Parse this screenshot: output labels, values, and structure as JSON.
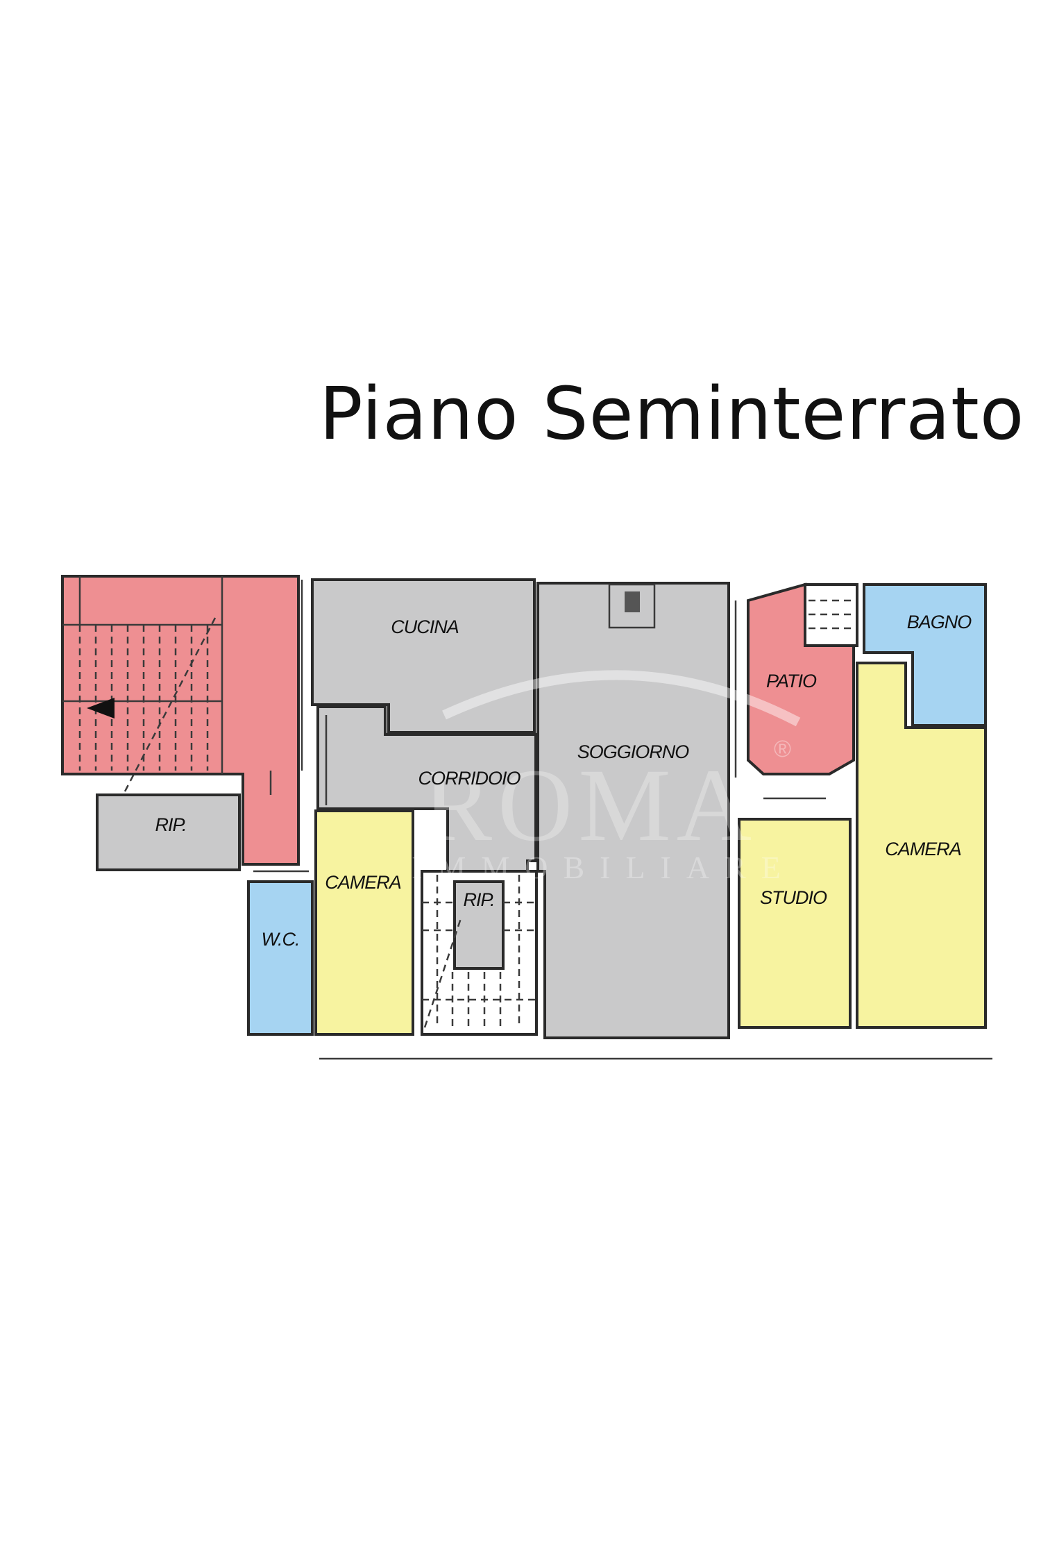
{
  "title": "Piano Seminterrato",
  "rooms": {
    "cucina": "CUCINA",
    "soggiorno": "SOGGIORNO",
    "corridoio": "CORRIDOIO",
    "patio": "PATIO",
    "bagno": "BAGNO",
    "camera_right": "CAMERA",
    "studio": "STUDIO",
    "camera_center": "CAMERA",
    "wc": "W.C.",
    "rip_left": "RIP.",
    "rip_center": "RIP."
  },
  "watermark": {
    "brand": "ROMA",
    "subtitle": "IMMOBILIARE",
    "mark": "®"
  },
  "colors": {
    "red": "#ee8f92",
    "gray": "#c9c9ca",
    "yellow": "#f7f3a0",
    "blue": "#a6d4f2"
  }
}
